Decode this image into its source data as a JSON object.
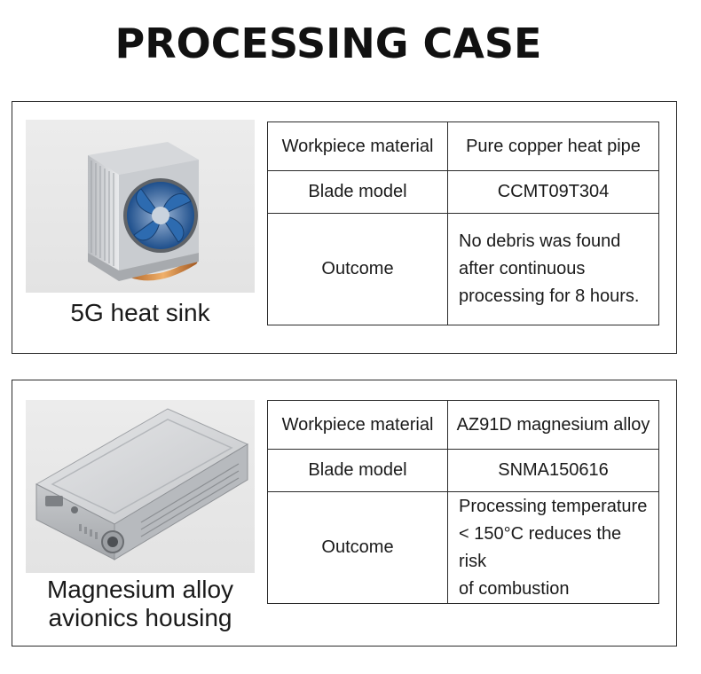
{
  "page": {
    "title": "PROCESSING CASE"
  },
  "cases": [
    {
      "caption": "5G heat sink",
      "rows": [
        {
          "key": "Workpiece material",
          "value": "Pure copper heat pipe"
        },
        {
          "key": "Blade model",
          "value": "CCMT09T304"
        },
        {
          "key": "Outcome",
          "value": "No debris was found\nafter continuous\nprocessing for 8 hours."
        }
      ]
    },
    {
      "caption": "Magnesium alloy\navionics housing",
      "rows": [
        {
          "key": "Workpiece material",
          "value": "AZ91D magnesium alloy"
        },
        {
          "key": "Blade model",
          "value": "SNMA150616"
        },
        {
          "key": "Outcome",
          "value": "Processing temperature\n< 150°C reduces the risk\nof combustion"
        }
      ]
    }
  ]
}
